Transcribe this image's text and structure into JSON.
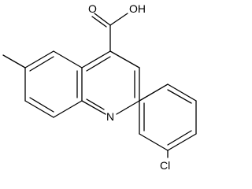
{
  "molecule": {
    "atoms": {
      "oh": "OH",
      "o": "O",
      "n": "N",
      "cl": "Cl"
    }
  }
}
